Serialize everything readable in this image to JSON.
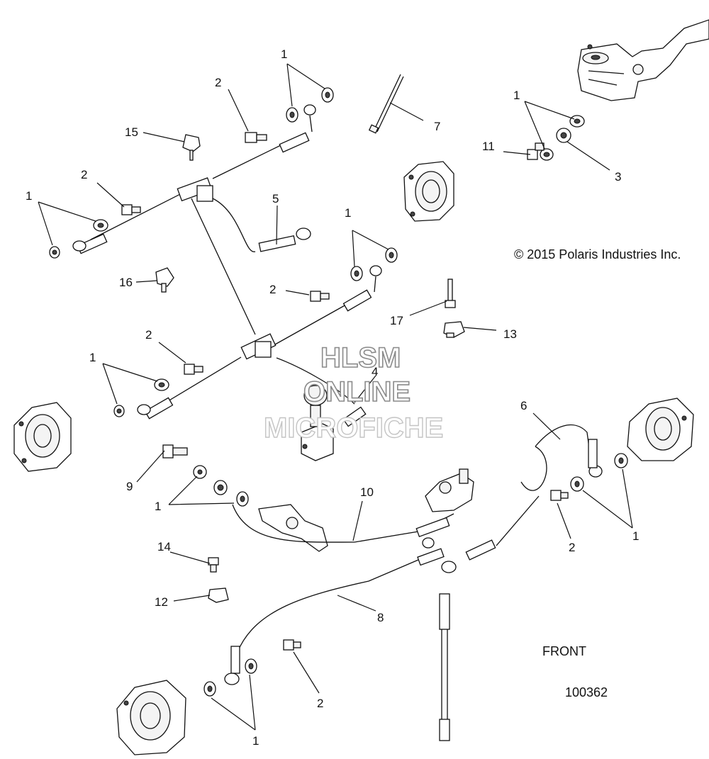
{
  "copyright": "© 2015 Polaris Industries Inc.",
  "direction_label": "FRONT",
  "diagram_number": "100362",
  "watermark": [
    "HLSM",
    "ONLINE",
    "MICROFICHE"
  ],
  "callouts": {
    "c1_top": "1",
    "c2_top": "2",
    "c15": "15",
    "c2_left": "2",
    "c1_left": "1",
    "c5": "5",
    "c7": "7",
    "c1_master": "1",
    "c11": "11",
    "c3": "3",
    "c16": "16",
    "c1_mid": "1",
    "c2_mid": "2",
    "c17": "17",
    "c13": "13",
    "c2_lower": "2",
    "c1_lower": "1",
    "c4": "4",
    "c6": "6",
    "c9": "9",
    "c10": "10",
    "c1_rear": "1",
    "c1_right": "1",
    "c2_right": "2",
    "c14": "14",
    "c12": "12",
    "c8": "8",
    "c2_bottom": "2",
    "c1_bottom": "1"
  }
}
